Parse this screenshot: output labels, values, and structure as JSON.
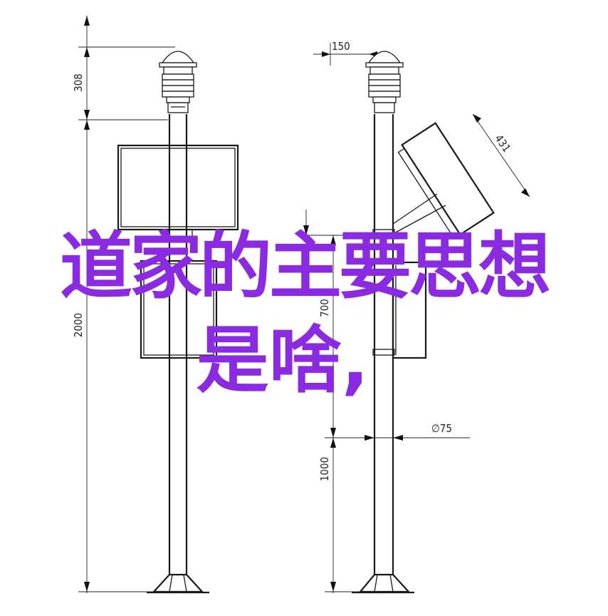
{
  "overlay": {
    "line1": "道家的主要思想",
    "line2": "是啥,"
  },
  "dimensions": {
    "d308": "308",
    "d2000": "2000",
    "d150": "150",
    "d431": "431",
    "d1000": "1000",
    "d75": "∅75",
    "d700": "700"
  },
  "colors": {
    "overlay": "#8a2be2",
    "line": "#1a1a1a",
    "background": "#ffffff"
  }
}
